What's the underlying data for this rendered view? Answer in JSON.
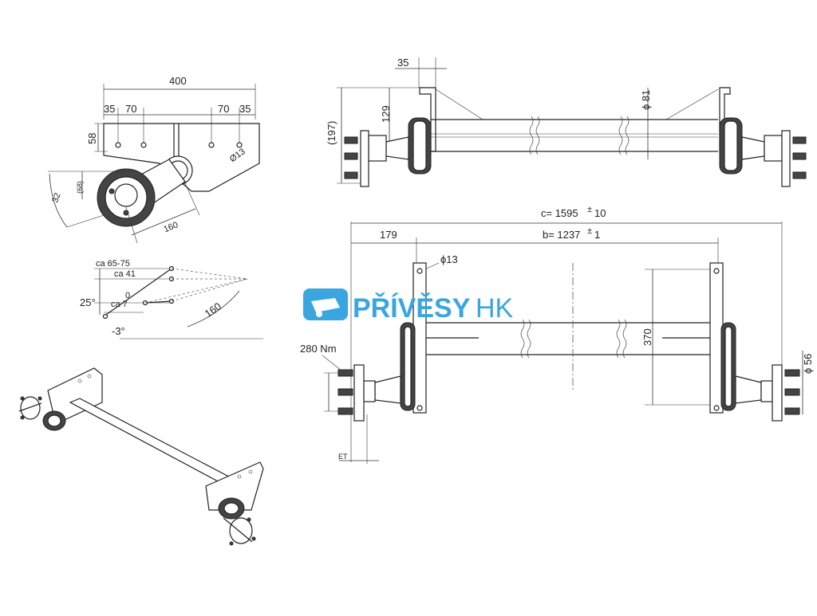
{
  "logo": {
    "text_bold": "PŘÍVĚSY",
    "text_light": "HK",
    "color": "#3aa6e0",
    "icon": "trailer-icon"
  },
  "side_view": {
    "dim_total": "400",
    "dim_left_a": "35",
    "dim_left_b": "70",
    "dim_right_a": "70",
    "dim_right_b": "35",
    "dim_height": "58",
    "dim_hole": "Ø13",
    "dim_arm": "160",
    "dim_sub": "(68)",
    "dim_angle": "32"
  },
  "angle_view": {
    "label_ca6575": "ca 65-75",
    "label_ca41": "ca 41",
    "label_zero": "0",
    "label_ca7": "ca 7",
    "label_25": "25°",
    "label_minus3": "-3°",
    "label_160": "160"
  },
  "front_view": {
    "dim_35": "35",
    "dim_197": "(197)",
    "dim_129": "129",
    "dim_phi81": "ϕ 81"
  },
  "top_view": {
    "dim_c": "c= 1595",
    "dim_c_tol": "10",
    "dim_179": "179",
    "dim_b": "b= 1237",
    "dim_b_tol": "1",
    "dim_phi13": "ϕ13",
    "dim_370": "370",
    "dim_phi56": "ϕ 56",
    "torque": "280 Nm",
    "et": "ET"
  }
}
